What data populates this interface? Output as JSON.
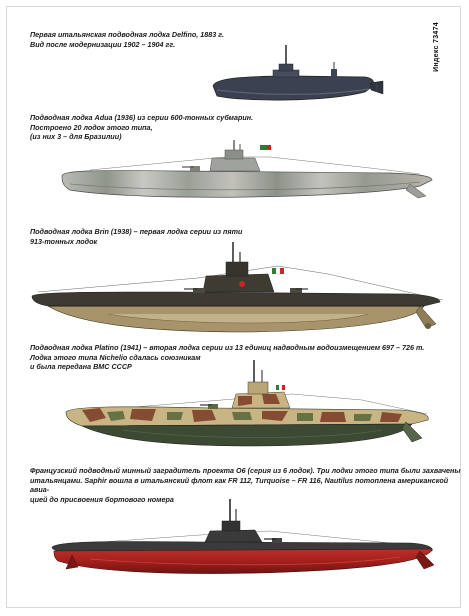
{
  "index_label": "Индекс 73474",
  "entries": [
    {
      "caption": [
        "Первая итальянская подводная лодка Delfino, 1883 г.",
        "Вид после модернизации 1902 – 1904 гг."
      ],
      "hull_color": "#3b4150"
    },
    {
      "caption": [
        "Подводная лодка Adua (1936) из серии 600-тонных субмарин.",
        "Построено 20 лодок этого типа,",
        "(из них 3 – для Бразилии)"
      ],
      "hull_color": "#a9aca4"
    },
    {
      "caption": [
        "Подводная лодка Brin (1938) – первая лодка серии из пяти",
        "913-тонных лодок"
      ],
      "hull_color": "#8a7f5f"
    },
    {
      "caption": [
        "Подводная лодка Platino (1941) – вторая лодка серии из 13 единиц надводным водоизмещением 697 – 726 т.",
        "Лодка этого типа Nichelio сдалась союзникам",
        "и была передана ВМС СССР"
      ],
      "hull_color": "#3c4a34"
    },
    {
      "caption": [
        "Французский подводный минный заградитель проекта О6 (серия из 6 лодок). Три лодки этого типа были захвачены",
        "итальянцами. Saphir вошла в итальянский флот как FR 112, Turquoise – FR 116, Nautilus потоплена американской авиа-",
        "цией до присвоения бортового номера"
      ],
      "hull_color": "#a51f1c"
    }
  ]
}
